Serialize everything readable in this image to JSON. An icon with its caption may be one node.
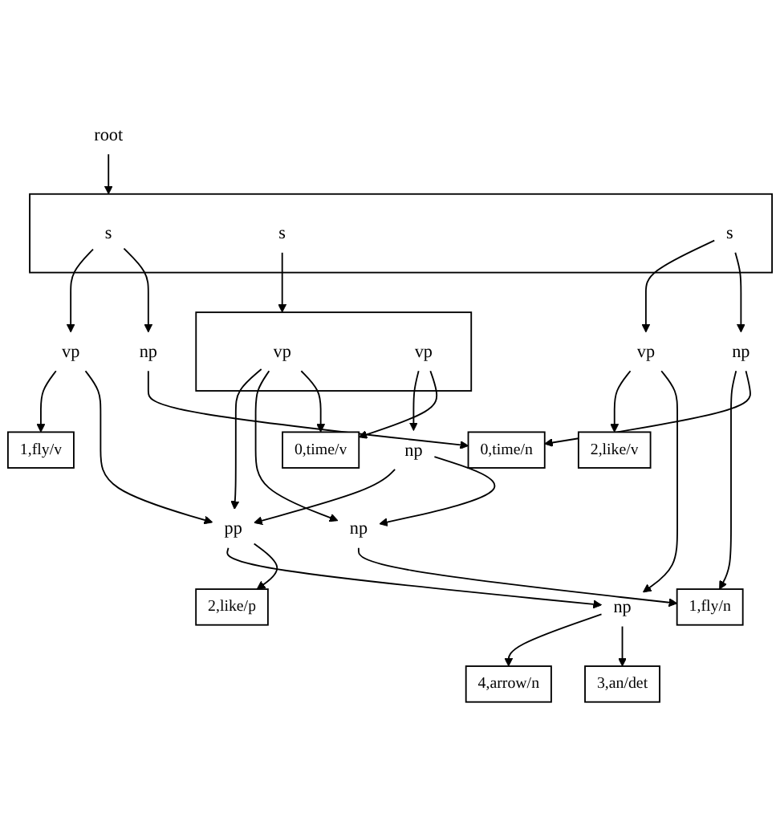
{
  "diagram": {
    "nodes": [
      {
        "text": [
          "root"
        ]
      },
      {
        "text": [],
        "shape": "box"
      },
      {
        "text": [
          "s"
        ],
        "in": 1
      },
      {
        "text": [
          "s"
        ],
        "in": 1
      },
      {
        "text": [
          "s"
        ],
        "in": 1
      },
      {
        "text": [],
        "shape": "box"
      },
      {
        "text": [
          "vp"
        ],
        "in": 5
      },
      {
        "text": [
          "vp"
        ],
        "in": 5
      },
      {
        "text": [
          "vp"
        ]
      },
      {
        "text": [
          "np"
        ]
      },
      {
        "text": [
          "pp"
        ]
      },
      {
        "text": [
          "vp"
        ]
      },
      {
        "text": [
          "np"
        ]
      },
      {
        "text": [
          "np"
        ]
      },
      {
        "text": [
          "np"
        ]
      },
      {
        "text": [
          "np"
        ]
      },
      {
        "text": [
          "0,time/n"
        ]
      },
      {
        "text": [
          "1,fly/v"
        ]
      },
      {
        "text": [
          "2,like/p"
        ]
      },
      {
        "text": [
          "3,an/det"
        ]
      },
      {
        "text": [
          "0,time/v"
        ]
      },
      {
        "text": [
          "1,fly/n"
        ]
      },
      {
        "text": [
          "2,like/v"
        ]
      },
      {
        "text": [
          "4,arrow/n"
        ]
      }
    ],
    "edges": [
      {
        "from": 0,
        "to": 1,
        "arrow": "to"
      },
      {
        "from": 2,
        "to": 12,
        "arrow": "to"
      },
      {
        "from": 2,
        "to": 8,
        "arrow": "to"
      },
      {
        "from": 3,
        "to": 5,
        "arrow": "to"
      },
      {
        "from": 4,
        "to": 13,
        "arrow": "to"
      },
      {
        "from": 4,
        "to": 11,
        "arrow": "to"
      },
      {
        "from": 6,
        "to": 20,
        "arrow": "to"
      },
      {
        "from": 6,
        "to": 14,
        "arrow": "to"
      },
      {
        "from": 6,
        "to": 10,
        "arrow": "to"
      },
      {
        "from": 7,
        "to": 20,
        "arrow": "to"
      },
      {
        "from": 7,
        "to": 9,
        "arrow": "to"
      },
      {
        "from": 8,
        "to": 10,
        "arrow": "to"
      },
      {
        "from": 8,
        "to": 17,
        "arrow": "to"
      },
      {
        "from": 9,
        "to": 14,
        "arrow": "to"
      },
      {
        "from": 9,
        "to": 10,
        "arrow": "to"
      },
      {
        "from": 10,
        "to": 18,
        "arrow": "to"
      },
      {
        "from": 10,
        "to": 15,
        "arrow": "to"
      },
      {
        "from": 11,
        "to": 15,
        "arrow": "to"
      },
      {
        "from": 11,
        "to": 22,
        "arrow": "to"
      },
      {
        "from": 12,
        "to": 16,
        "arrow": "to"
      },
      {
        "from": 13,
        "to": 16,
        "arrow": "to"
      },
      {
        "from": 13,
        "to": 21,
        "arrow": "to"
      },
      {
        "from": 14,
        "to": 21,
        "arrow": "to"
      },
      {
        "from": 15,
        "to": 19,
        "arrow": "to"
      },
      {
        "from": 15,
        "to": 23,
        "arrow": "to"
      }
    ]
  }
}
